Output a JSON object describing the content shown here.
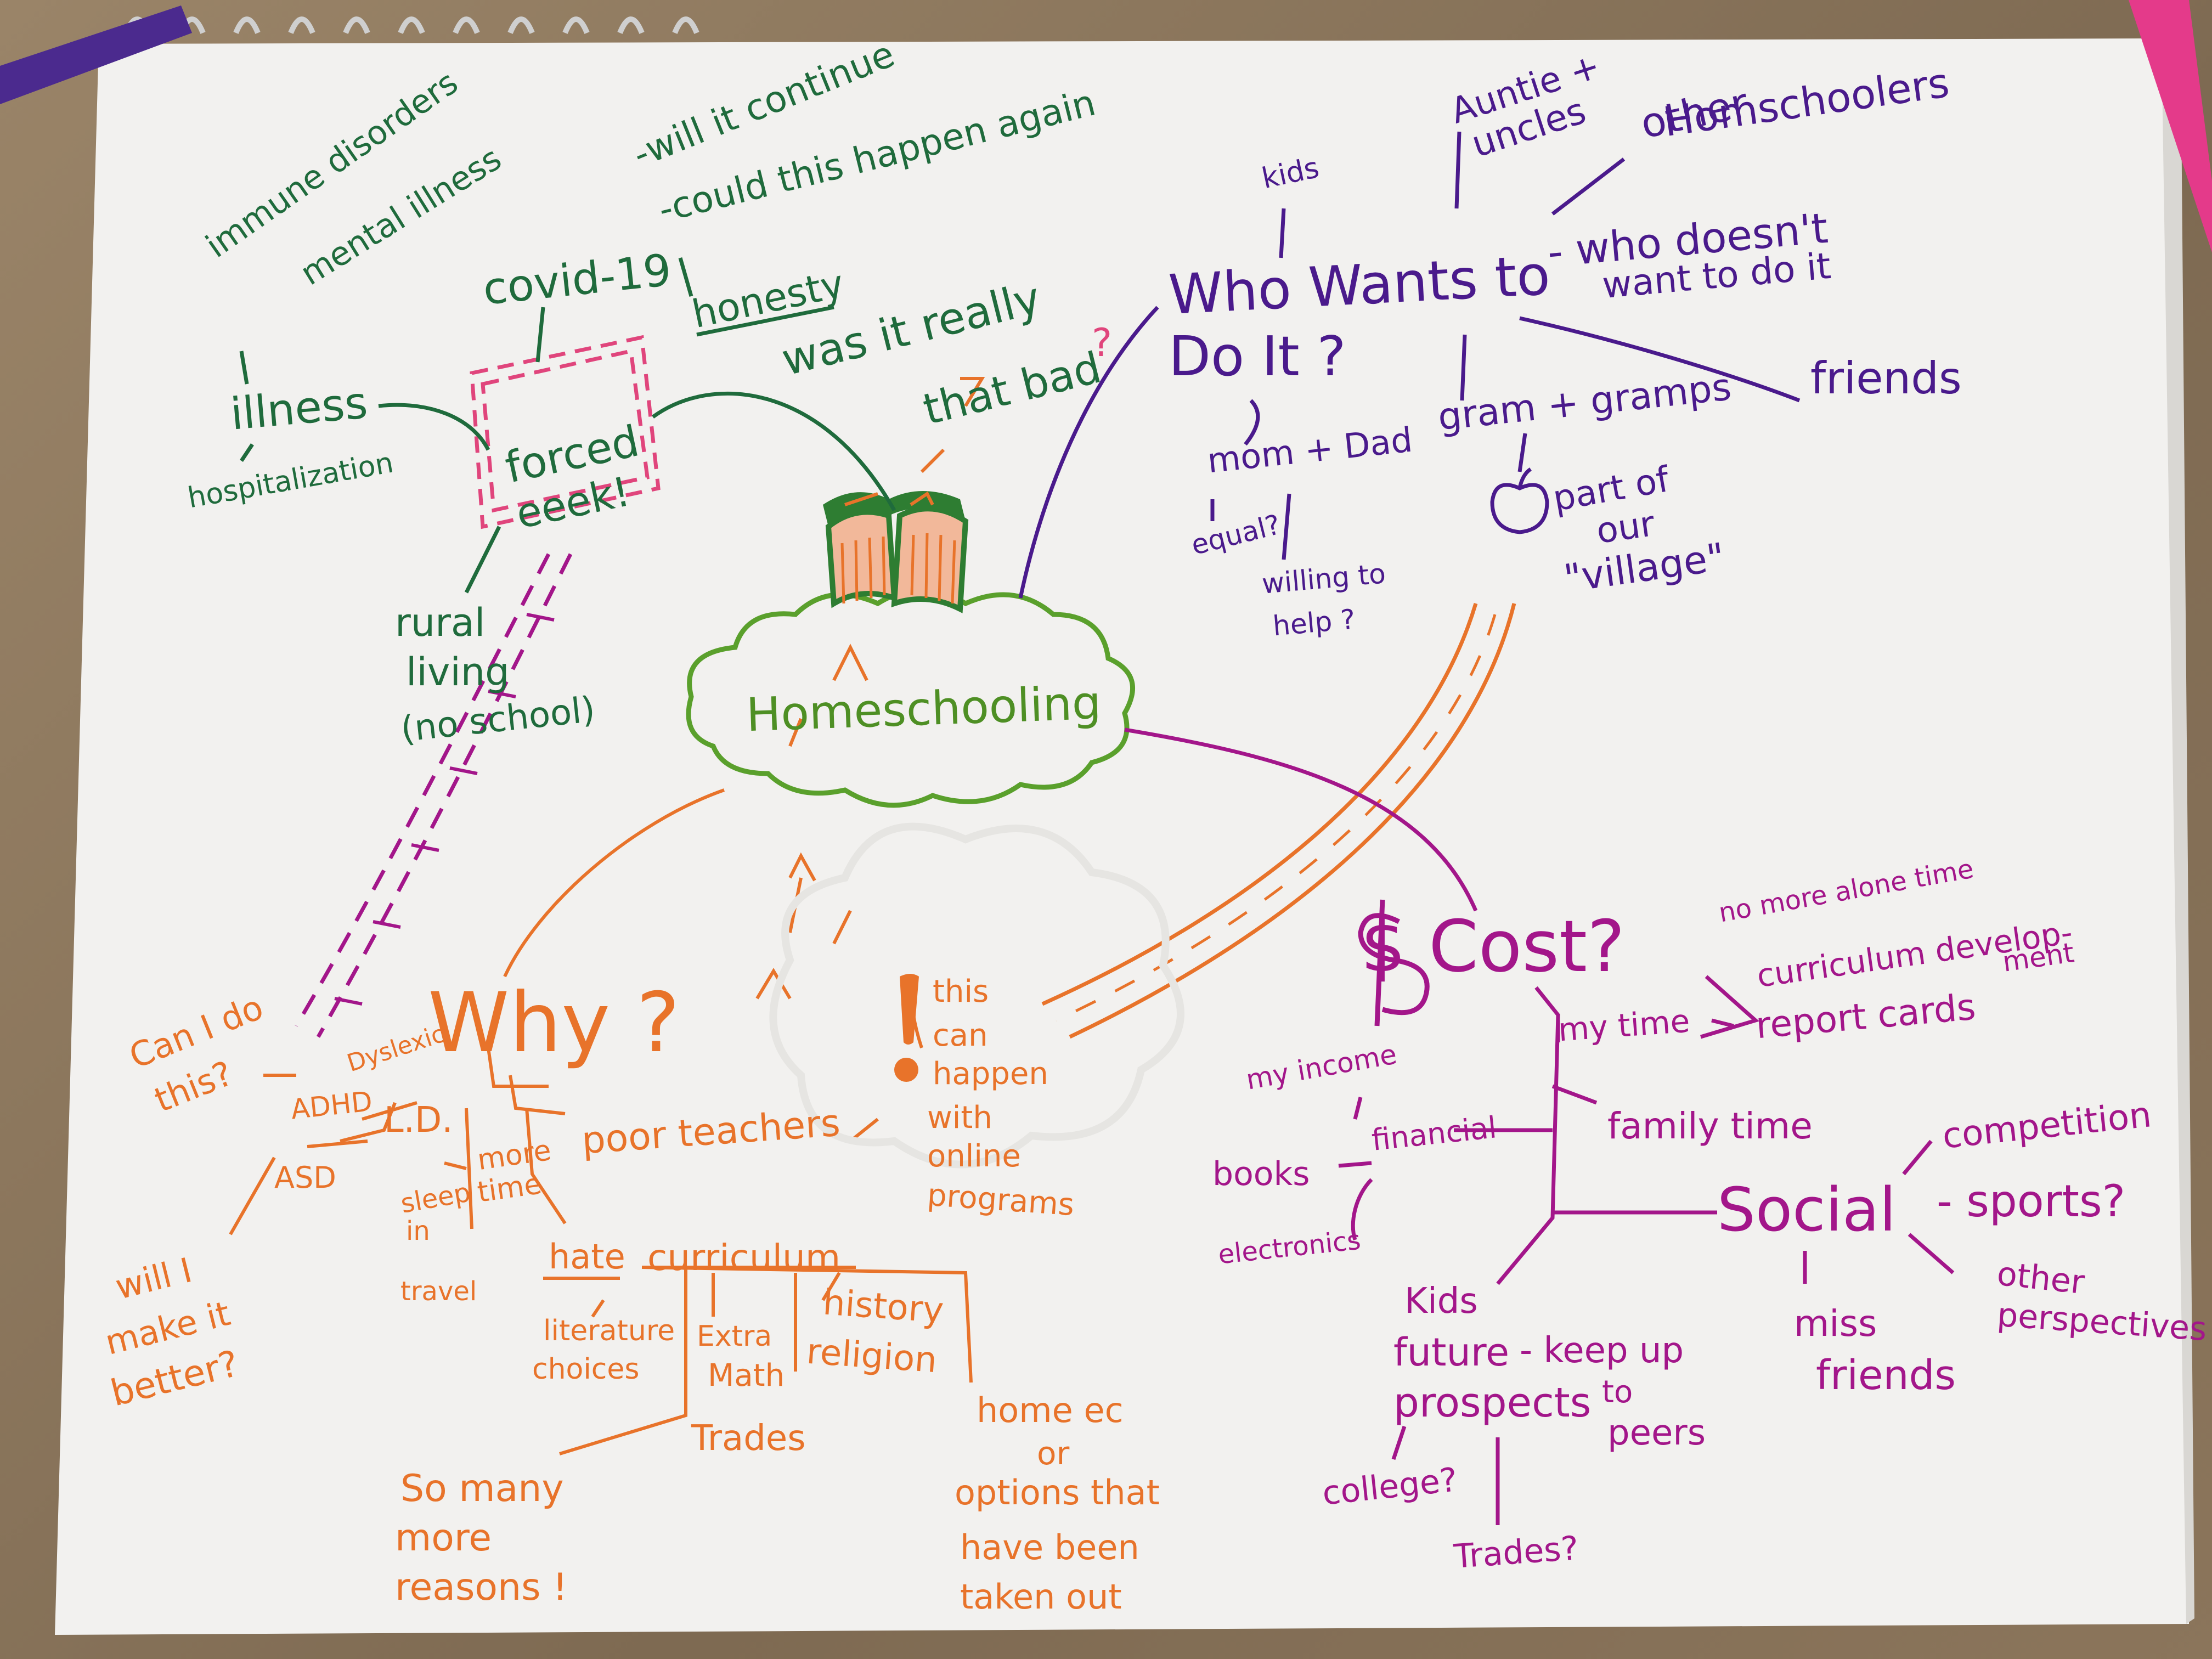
{
  "colors": {
    "green": "#1f6b3c",
    "purple": "#4a1a8c",
    "orange": "#e8732a",
    "magenta": "#a3168a",
    "lightgreen": "#5aa02c",
    "pink": "#e0457c",
    "paper": "#f2f1ef"
  },
  "center": {
    "label": "Homeschooling"
  },
  "green_branch": {
    "immune": "immune disorders",
    "mental": "mental illness",
    "illness": "illness",
    "hospital": "hospitalization",
    "covid": "covid-19",
    "continue": "-will it continue",
    "again": "-could this happen again",
    "honesty": "honesty",
    "bad_line1": "was it really",
    "bad_line2": "that bad",
    "bad_q": "?",
    "forced1": "forced",
    "forced2": "eeek!",
    "rural1": "rural",
    "rural2": "living",
    "rural3": "(no school)"
  },
  "purple_branch": {
    "who1": "Who Wants to",
    "who2": "Do It ?",
    "kids": "kids",
    "auntie1": "Auntie +",
    "auntie2": "uncles",
    "other1": "other",
    "other2": "Homschoolers",
    "doesnt1": "- who doesn't",
    "doesnt2": "want to do it",
    "friends": "friends",
    "mom": "mom + Dad",
    "equal": "equal?",
    "willing1": "willing to",
    "willing2": "help ?",
    "gram": "gram + gramps",
    "village1": "part of",
    "village2": "our",
    "village3": "\"village\""
  },
  "orange_branch": {
    "why": "Why ?",
    "can1": "Can I do",
    "can2": "this?",
    "dyslexic": "Dyslexic",
    "adhd": "ADHD",
    "ld": "L.D.",
    "asd": "ASD",
    "will1": "will I",
    "will2": "make it",
    "will3": "better?",
    "sleep1": "sleep",
    "sleep2": "in",
    "more1": "more",
    "more2": "time",
    "travel": "travel",
    "poor": "poor teachers",
    "hate": "hate",
    "curriculum": "curriculum",
    "lit1": "literature",
    "lit2": "choices",
    "extra1": "Extra",
    "extra2": "Math",
    "history": "history",
    "religion": "religion",
    "trades": "Trades",
    "homeec1": "home ec",
    "homeec2": "or",
    "homeec3": "options that",
    "homeec4": "have been",
    "homeec5": "taken out",
    "somany1": "So many",
    "somany2": "more",
    "somany3": "reasons !",
    "online1": "this",
    "online2": "can",
    "online3": "happen",
    "online4": "with",
    "online5": "online",
    "online6": "programs"
  },
  "magenta_branch": {
    "cost": "$ Cost?",
    "mytime": "my time",
    "nomore": "no more alone time",
    "currdev1": "curriculum develop-",
    "currdev2": "ment",
    "report": "report cards",
    "family": "family time",
    "financial": "financial",
    "income": "my income",
    "books": "books",
    "electronics": "electronics",
    "social": "Social",
    "competition": "competition",
    "sports": "- sports?",
    "other1": "other",
    "other2": "perspectives",
    "miss1": "miss",
    "miss2": "friends",
    "kids1": "Kids",
    "kids2": "future",
    "kids3": "prospects",
    "keep1": "- keep up",
    "keep2": "to",
    "keep3": "peers",
    "college": "college?",
    "trades": "Trades?"
  }
}
